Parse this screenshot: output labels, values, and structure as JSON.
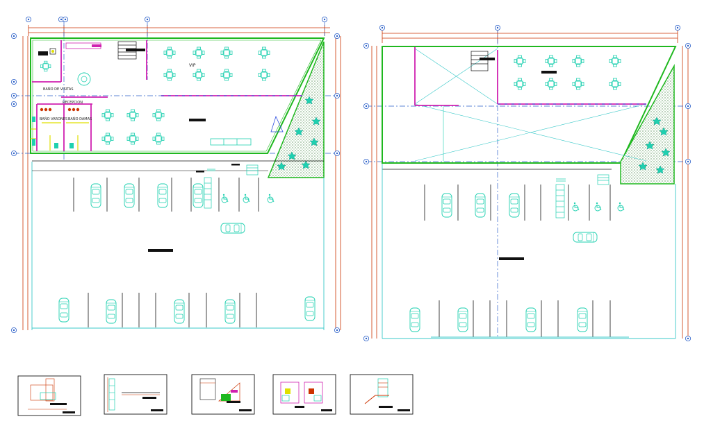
{
  "drawing": {
    "colors": {
      "background": "#ffffff",
      "dimension": "#cc3300",
      "grid": "#2a5fc8",
      "wall_green": "#1fb81f",
      "wall_magenta": "#d020b0",
      "furniture": "#1fd0b0",
      "cyan": "#38c8c8",
      "yellow": "#e0e000",
      "black": "#111111",
      "blue": "#3050e0"
    },
    "plan1": {
      "room_labels": {
        "banno_visitas": "BAÑO DE VISITAS",
        "recepcion": "RECEPCION",
        "banno_damas": "BAÑO DAMAS",
        "banno_varones": "BAÑO VARONES",
        "vip": "VIP"
      }
    },
    "plan2": {},
    "details": {
      "count": 5
    }
  }
}
